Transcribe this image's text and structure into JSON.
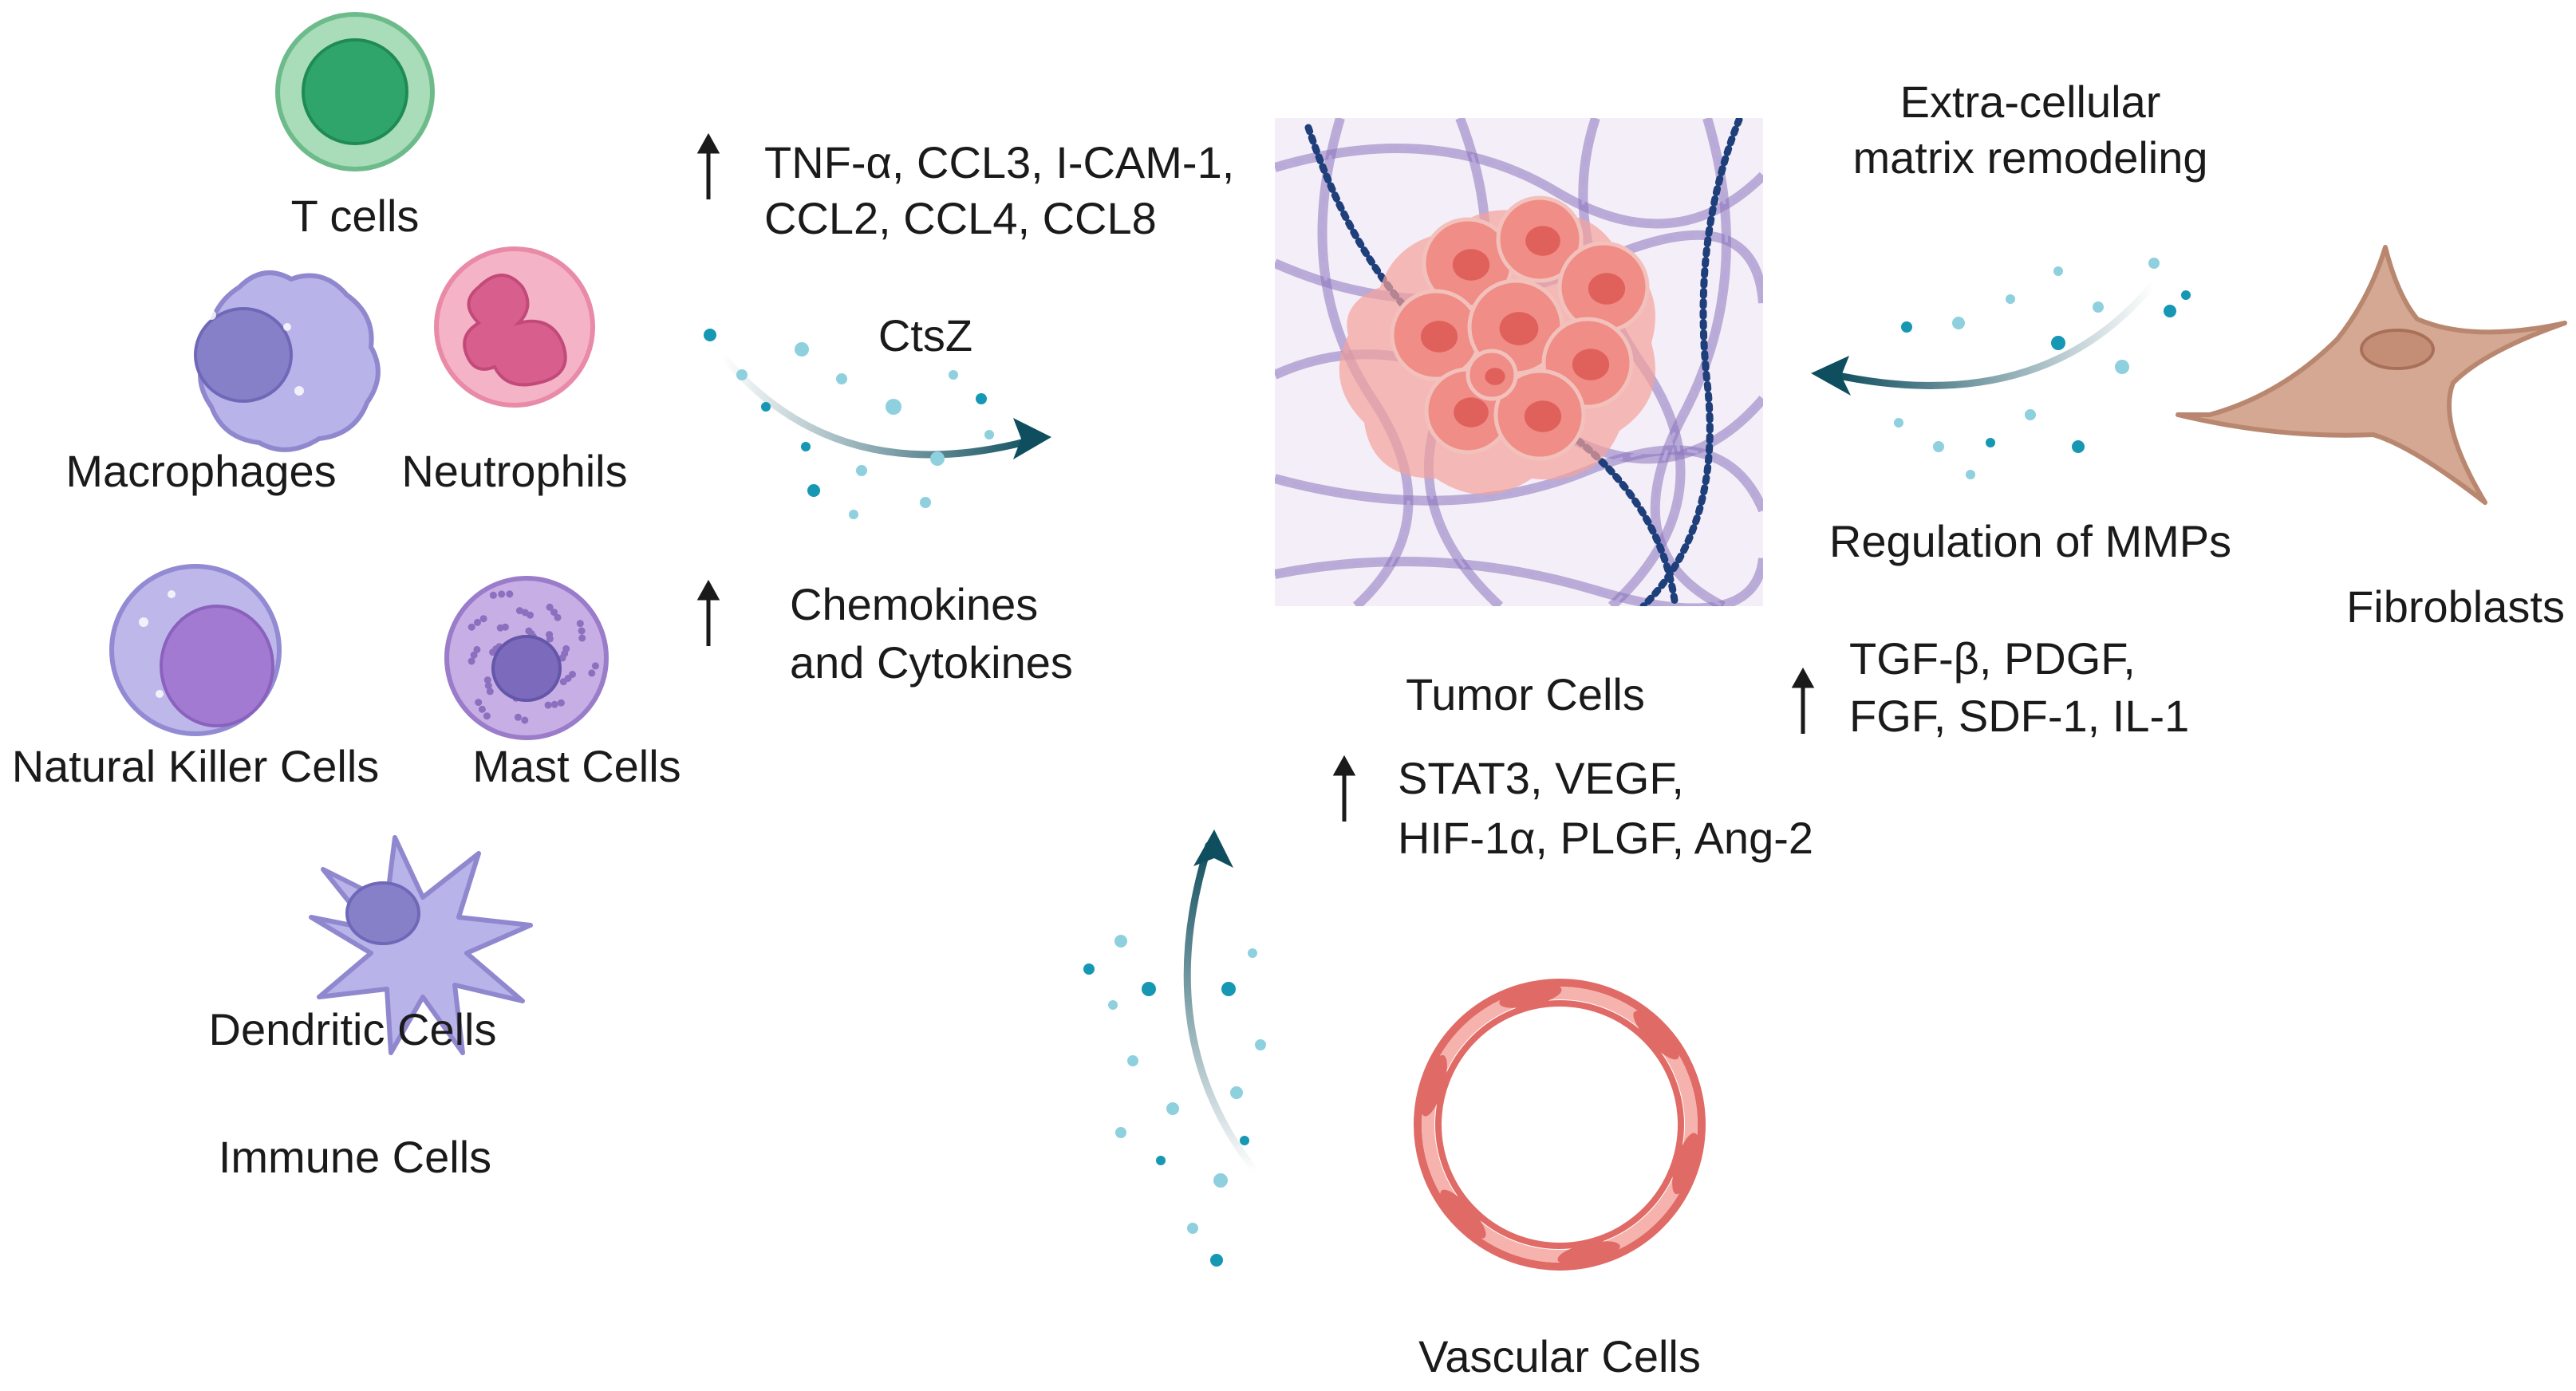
{
  "immune": {
    "t_cells": "T cells",
    "macrophages": "Macrophages",
    "neutrophils": "Neutrophils",
    "nk_cells": "Natural Killer Cells",
    "mast_cells": "Mast Cells",
    "dendritic_cells": "Dendritic Cells",
    "group": "Immune Cells"
  },
  "immune_signals": {
    "factors_line1": "TNF-α, CCL3, I-CAM-1,",
    "factors_line2": "CCL2, CCL4, CCL8",
    "enzyme": "CtsZ",
    "chemo_line1": "Chemokines",
    "chemo_line2": "and Cytokines"
  },
  "tumor": {
    "label": "Tumor Cells"
  },
  "fibroblast": {
    "ecm_line1": "Extra-cellular",
    "ecm_line2": "matrix remodeling",
    "mmp": "Regulation of MMPs",
    "label": "Fibroblasts",
    "factors_line1": "TGF-β, PDGF,",
    "factors_line2": "FGF, SDF-1, IL-1"
  },
  "vascular": {
    "factors_line1": "STAT3, VEGF,",
    "factors_line2": "HIF-1α, PLGF, Ang-2",
    "label": "Vascular Cells"
  },
  "colors": {
    "arrow": "#0f4e5e",
    "dot_dark": "#1697b3",
    "dot_light": "#8fd0de",
    "tumor": "#ef8d86",
    "ecm": "#8a74bb",
    "vessel": "#e06a66"
  }
}
